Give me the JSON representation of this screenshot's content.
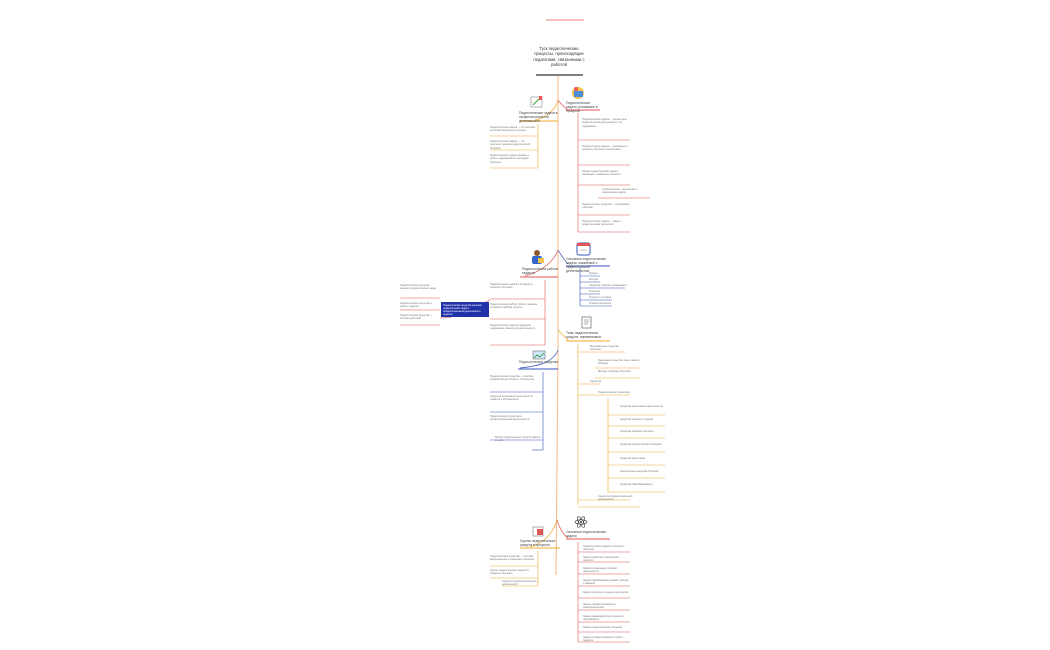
{
  "central": {
    "title": "Туск педагогические процессы, происходящие педагогами, связанными с работой"
  },
  "colors": {
    "red": "#e05555",
    "orange": "#f0a830",
    "blue": "#3355bb",
    "dark": "#333333",
    "trunk": "#f5b98a"
  },
  "branches": {
    "b1": "Педагогические задачи в профессиональной деятельности",
    "b2": "Педагогические задачи, решаемые в процессе",
    "b3": "Педагогическая работа педагога",
    "b4": "Основные педагогические задачи, связанные с педагогической деятельностью",
    "b5": "Педагогические средства",
    "b6": "Типы педагогических средств, применяемых",
    "b7": "Основные педагогические задачи",
    "b8": "Группы педагогических средств в процессе"
  },
  "selected": {
    "label": "Педагогические средства решения педагогических задач в профессиональной деятельности педагога"
  },
  "leaves": {
    "b1": [
      "Педагогическая задача — это система, в которой реализуется процесс",
      "Педагогическая задача — это результат анализа педагогической ситуации",
      "Педагогические задачи связаны с целью, содержанием и методами обучения"
    ],
    "b2": [
      "Педагогическая задача — общая цель педагогической деятельности и её содержание",
      "Педагогические задачи — решаемые в процессе обучения и воспитания",
      "Общие педагогические задачи, связанные с развитием личности",
      "Стратегические, тактические и оперативные задачи",
      "Педагогические средства — содержание и методы",
      "Педагогические задачи — связь с педагогическим процессом"
    ],
    "b3": [
      "Педагогическая задача и ситуация в процессе обучения",
      "Педагогическая работа требует анализа ситуации и выбора средств",
      "Педагогическая задача определяет содержание совместной деятельности"
    ],
    "left": [
      "Педагогические средства решения педагогических задач",
      "Педагогические средства в работе педагога",
      "Педагогические средства — система действий"
    ],
    "b4": [
      "Задача",
      "Методы",
      "Средства и формы организации",
      "Результат",
      "Ресурсы и условия",
      "Оценка результата"
    ],
    "b5": [
      "Педагогические средства — способы воздействия на личность и коллектив",
      "Средства организации деятельности педагога и обучающихся",
      "Педагогические средства в профессиональной деятельности",
      "Выбор педагогических средств зависит от цели"
    ],
    "b6": [
      "Материальные средства обучения",
      "Идеальные средства: язык, знания, образцы",
      "Средства",
      "Методы и приёмы обучения",
      "Педагогические технологии",
      "Средства организации деятельности",
      "Средства контроля и оценки",
      "Средства развития личности",
      "Средства педагогического общения",
      "Средства воспитания",
      "Комплексные средства обучения",
      "Средства самообразования",
      "Средства профессиональной деятельности"
    ],
    "b7": [
      "Педагогические задачи в процессе обучения",
      "Задачи развития и воспитания личности",
      "Задачи организации учебной деятельности",
      "Задачи формирования знаний, умений и навыков",
      "Задачи контроля и оценки результатов",
      "Задачи профессионального самоопределения",
      "Задачи взаимодействия педагога и обучающихся",
      "Задачи педагогического общения",
      "Задачи профессионального роста педагога"
    ],
    "b8": [
      "Педагогические средства — система материальных и идеальных объектов",
      "Группы педагогических средств в процессе обучения",
      "Средства профессиональной деятельности"
    ]
  }
}
